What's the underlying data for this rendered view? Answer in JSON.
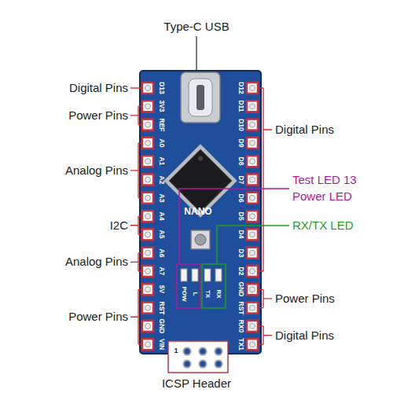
{
  "diagram": {
    "labels": [
      "Type-C USB",
      "Digital Pins",
      "Power Pins",
      "Digital Pins",
      "Analog Pins",
      "Test LED 13",
      "Power LED",
      "I2C",
      "RX/TX LED",
      "Analog Pins",
      "Power Pins",
      "Power Pins",
      "Digital Pins",
      "ICSP Header",
      "D13",
      "3V3",
      "REF",
      "A0",
      "A1",
      "A2",
      "A3",
      "A4",
      "A5",
      "A6",
      "A7",
      "5V",
      "RST",
      "GND",
      "VIN",
      "D12",
      "D11",
      "D10",
      "D9",
      "D8",
      "D7",
      "D6",
      "D5",
      "D4",
      "D3",
      "D2",
      "GND",
      "RST",
      "RX0",
      "TX1",
      "NANO",
      "POW",
      "L",
      "TX",
      "RX",
      "1"
    ]
  }
}
